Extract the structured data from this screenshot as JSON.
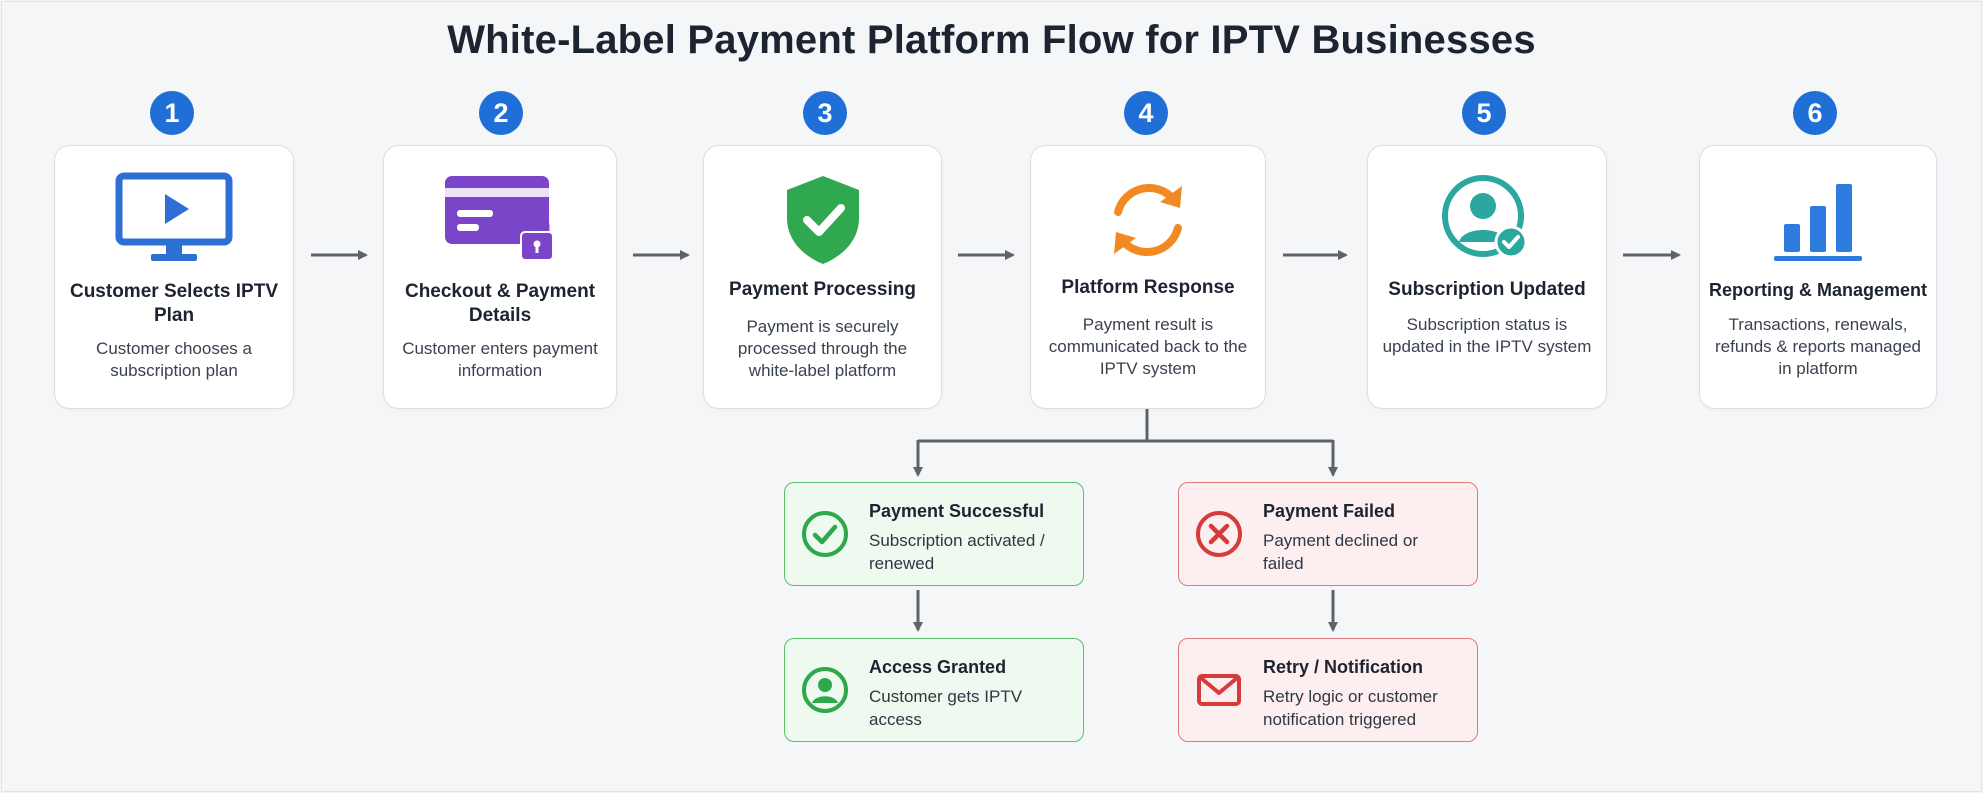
{
  "title": "White-Label Payment Platform Flow for IPTV Businesses",
  "steps": [
    {
      "number": "1",
      "title": "Customer Selects IPTV Plan",
      "description": "Customer chooses a subscription plan",
      "icon": "monitor-play-icon"
    },
    {
      "number": "2",
      "title": "Checkout & Payment Details",
      "description": "Customer enters payment information",
      "icon": "credit-card-lock-icon"
    },
    {
      "number": "3",
      "title": "Payment Processing",
      "description": "Payment is securely processed through the white-label platform",
      "icon": "shield-check-icon"
    },
    {
      "number": "4",
      "title": "Platform Response",
      "description": "Payment result is communicated back to the IPTV system",
      "icon": "sync-arrows-icon"
    },
    {
      "number": "5",
      "title": "Subscription Updated",
      "description": "Subscription status is updated in the IPTV system",
      "icon": "user-check-icon"
    },
    {
      "number": "6",
      "title": "Reporting & Management",
      "description": "Transactions, renewals, refunds & reports managed in platform",
      "icon": "bar-chart-icon"
    }
  ],
  "outcomes": {
    "success": {
      "title": "Payment Successful",
      "description": "Subscription activated / renewed",
      "icon": "check-circle-icon"
    },
    "failure": {
      "title": "Payment Failed",
      "description": "Payment declined or failed",
      "icon": "x-circle-icon"
    },
    "access": {
      "title": "Access Granted",
      "description": "Customer gets IPTV access",
      "icon": "user-circle-icon"
    },
    "retry": {
      "title": "Retry / Notification",
      "description": "Retry logic or customer notification triggered",
      "icon": "envelope-icon"
    }
  },
  "colors": {
    "badge": "#1f6fd6",
    "success": "#2ea84a",
    "failure": "#d63b3b",
    "card_purple": "#7b45c9",
    "shield_green": "#2fa84f",
    "sync_orange": "#f28a24",
    "teal": "#2aa8a0",
    "chart_blue": "#2e7be0"
  }
}
